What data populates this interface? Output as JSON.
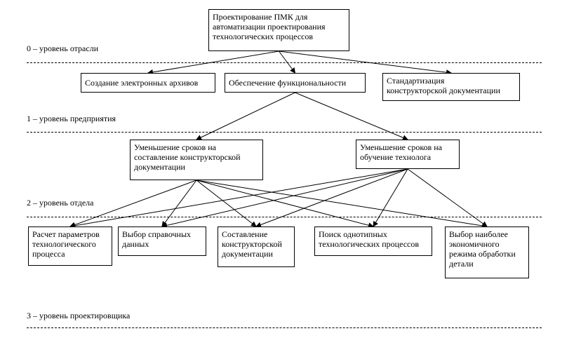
{
  "levels": [
    {
      "id": "L0",
      "label": "0 – уровень отрасли"
    },
    {
      "id": "L1",
      "label": "1 – уровень предприятия"
    },
    {
      "id": "L2",
      "label": "2 – уровень отдела"
    },
    {
      "id": "L3",
      "label": "3 – уровень проектировщика"
    }
  ],
  "nodes": {
    "root": "Проектирование ПМК для\nавтоматизации проектирования\nтехнологических процессов",
    "archives": "Создание электронных архивов",
    "functionality": "Обеспечение функциональности",
    "standardization": "Стандартизация\nконструкторской документации",
    "reduce_docs": "Уменьшение сроков на\nсоставление конструкторской\nдокументации",
    "reduce_training": "Уменьшение сроков на\nобучение технолога",
    "calc_params": "Расчет параметров\nтехнологического\nпроцесса",
    "reference_data": "Выбор справочных\nданных",
    "compose_docs": "Составление\nконструкторской\nдокументации",
    "search_processes": "Поиск однотипных\nтехнологических процессов",
    "economic_mode": "Выбор наиболее\nэкономичного\nрежима обработки\nдетали"
  },
  "edges": [
    [
      "root",
      "archives"
    ],
    [
      "root",
      "functionality"
    ],
    [
      "root",
      "standardization"
    ],
    [
      "functionality",
      "reduce_docs"
    ],
    [
      "functionality",
      "reduce_training"
    ],
    [
      "reduce_docs",
      "calc_params"
    ],
    [
      "reduce_docs",
      "reference_data"
    ],
    [
      "reduce_docs",
      "compose_docs"
    ],
    [
      "reduce_docs",
      "search_processes"
    ],
    [
      "reduce_docs",
      "economic_mode"
    ],
    [
      "reduce_training",
      "calc_params"
    ],
    [
      "reduce_training",
      "reference_data"
    ],
    [
      "reduce_training",
      "compose_docs"
    ],
    [
      "reduce_training",
      "search_processes"
    ],
    [
      "reduce_training",
      "economic_mode"
    ]
  ]
}
